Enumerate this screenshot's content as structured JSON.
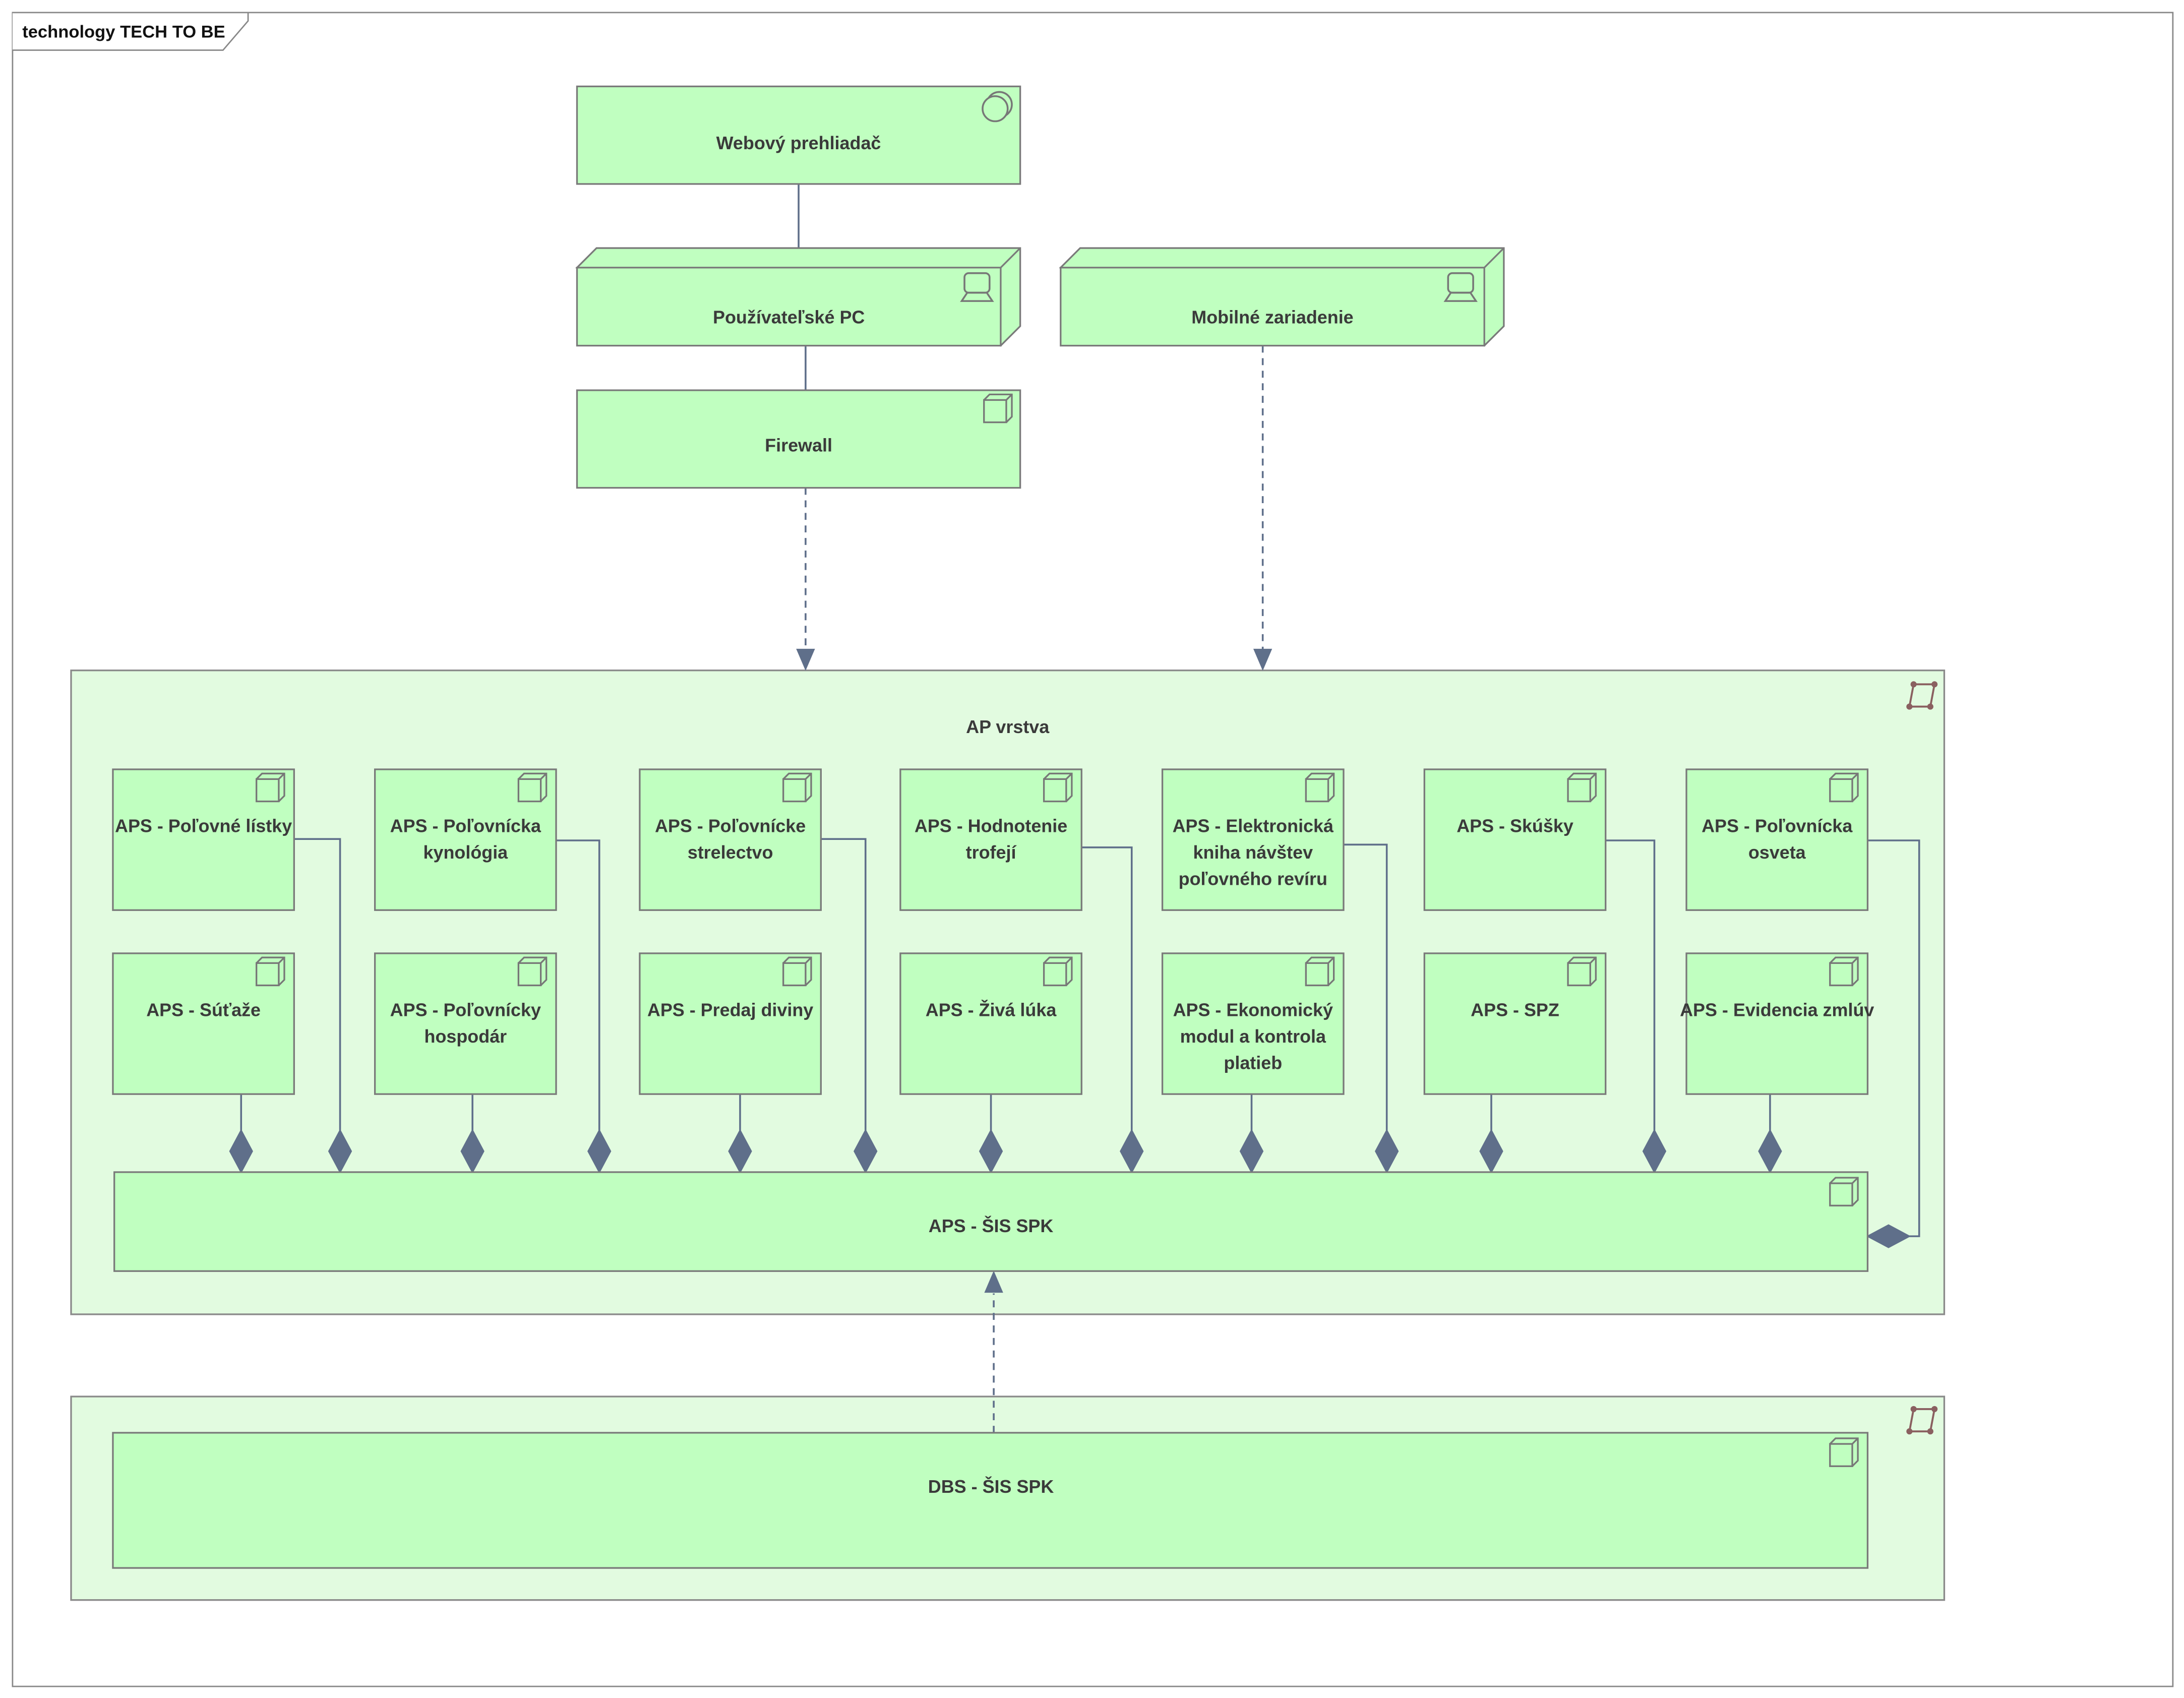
{
  "frame": {
    "title": "technology TECH TO BE"
  },
  "colors": {
    "node_fill": "#c0ffc0",
    "group_fill": "#e2fbe0",
    "border": "#7a7a7a",
    "connector": "#5f6f8a"
  },
  "top": {
    "browser": {
      "label": "Webový prehliadač",
      "icon": "system-software-icon"
    },
    "user_pc": {
      "label": "Používateľské PC",
      "icon": "device-icon"
    },
    "mobile": {
      "label": "Mobilné zariadenie",
      "icon": "device-icon"
    },
    "firewall": {
      "label": "Firewall",
      "icon": "node-icon"
    }
  },
  "ap_layer": {
    "title": "AP vrstva",
    "icon": "grouping-icon",
    "row1": [
      {
        "lines": [
          "APS - Poľovné lístky"
        ]
      },
      {
        "lines": [
          "APS - Poľovnícka",
          "kynológia"
        ]
      },
      {
        "lines": [
          "APS - Poľovnícke",
          "strelectvo"
        ]
      },
      {
        "lines": [
          "APS - Hodnotenie",
          "trofejí"
        ]
      },
      {
        "lines": [
          "APS - Elektronická",
          "kniha návštev",
          "poľovného revíru"
        ]
      },
      {
        "lines": [
          "APS - Skúšky"
        ]
      },
      {
        "lines": [
          "APS - Poľovnícka",
          "osveta"
        ]
      }
    ],
    "row2": [
      {
        "lines": [
          "APS - Súťaže"
        ]
      },
      {
        "lines": [
          "APS - Poľovnícky",
          "hospodár"
        ]
      },
      {
        "lines": [
          "APS - Predaj diviny"
        ]
      },
      {
        "lines": [
          "APS - Živá lúka"
        ]
      },
      {
        "lines": [
          "APS - Ekonomický",
          "modul a kontrola",
          "platieb"
        ]
      },
      {
        "lines": [
          "APS - SPZ"
        ]
      },
      {
        "lines": [
          "APS - Evidencia zmlúv"
        ]
      }
    ],
    "main": {
      "label": "APS - ŠIS SPK"
    }
  },
  "db_layer": {
    "icon": "grouping-icon",
    "main": {
      "label": "DBS - ŠIS SPK"
    }
  }
}
